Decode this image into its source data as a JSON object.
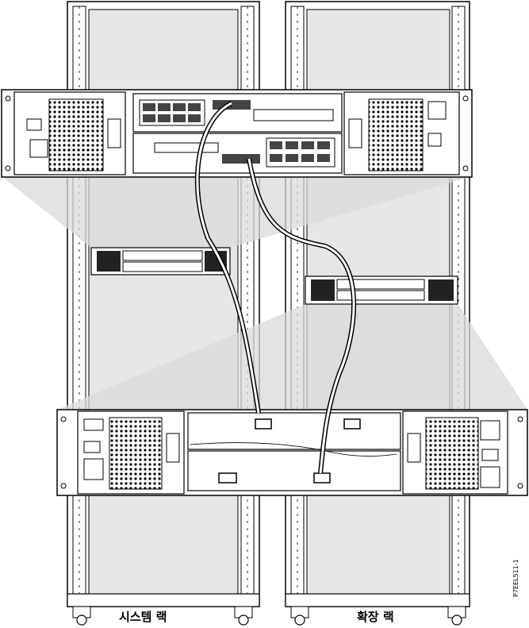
{
  "labels": {
    "system_rack": "시스템 랙",
    "expansion_rack": "확장 랙"
  },
  "figure_id": "P7EEL511-1",
  "colors": {
    "line": "#000000",
    "shade": "#d9d9d9",
    "rack_interior": "#e6e6e6",
    "frame": "#ffffff"
  }
}
